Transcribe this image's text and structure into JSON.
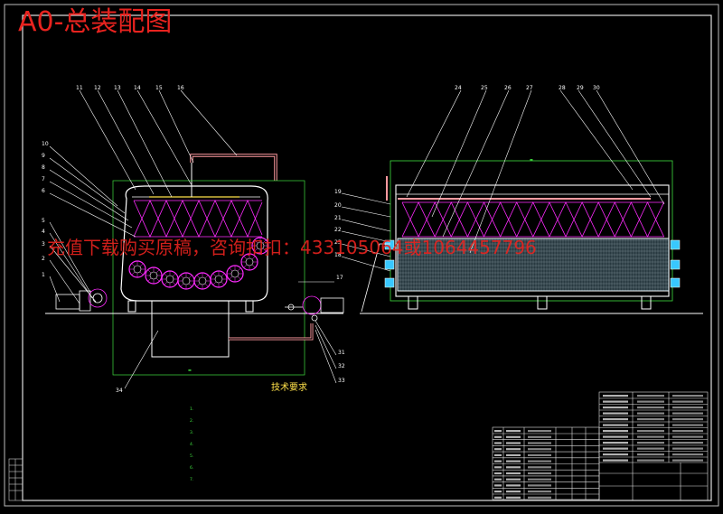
{
  "title": "A0-总装配图",
  "watermark": "充值下载购买原稿，咨询扣扣：433105064或1064457796",
  "technical_requirements": {
    "title": "技术要求",
    "items": [
      "1.",
      "2.",
      "3.",
      "4.",
      "5.",
      "6.",
      "7."
    ]
  },
  "part_numbers": {
    "front_top": [
      "11",
      "12",
      "13",
      "14",
      "15",
      "16"
    ],
    "front_left": [
      "10",
      "9",
      "8",
      "7",
      "6",
      "5",
      "4",
      "3",
      "2",
      "1"
    ],
    "front_right": [
      "17",
      "31",
      "32",
      "33"
    ],
    "front_bottom": [
      "34"
    ],
    "side_top": [
      "24",
      "25",
      "26",
      "27",
      "28",
      "29",
      "30"
    ],
    "side_left": [
      "19",
      "20",
      "21",
      "22",
      "23",
      "18"
    ]
  },
  "colors": {
    "background": "#000000",
    "lines": "#ffffff",
    "frame": "#e0e0e0",
    "magenta": "#ff2bff",
    "yellow": "#ffe14a",
    "green": "#3fdf3f",
    "red": "#e8231f",
    "cyan": "#38c8ff"
  }
}
